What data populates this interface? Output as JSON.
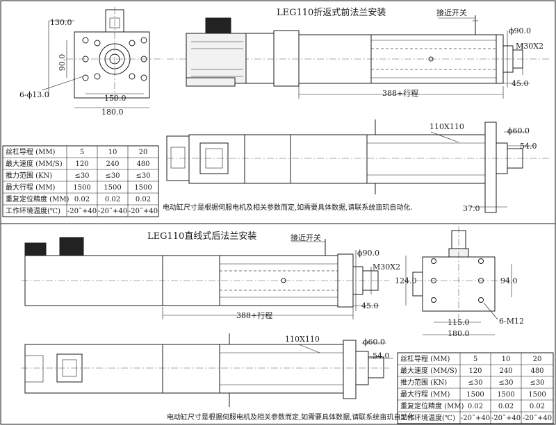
{
  "top": {
    "title": "LEG110折返式前法兰安装",
    "sensor_label": "接近开关",
    "dims_left": {
      "d130": "130.0",
      "d90": "90.0",
      "holes": "6-ϕ13.0",
      "d150": "150.0",
      "d180": "180.0"
    },
    "dims_right": {
      "dia90": "ϕ90.0",
      "thread": "M30X2",
      "d45": "45.0",
      "stroke": "388+行程"
    },
    "lower": {
      "profile": "110X110",
      "dia60": "ϕ60.0",
      "d54": "54.0",
      "d37": "37.0"
    },
    "note": "电动缸尺寸是根据伺服电机及相关参数而定,如需要具体数据,请联系统亩玑自动化."
  },
  "bottom": {
    "title": "LEG110直线式后法兰安装",
    "sensor_label": "接近开关",
    "dims_main": {
      "dia90": "ϕ90.0",
      "thread": "M30X2",
      "d45": "45.0",
      "stroke": "388+行程"
    },
    "dims_flange": {
      "d124": "124.0",
      "d94": "94.0",
      "d115": "115.0",
      "holes": "6-M12",
      "d180": "180.0"
    },
    "lower": {
      "profile": "110X110",
      "dia60": "ϕ60.0",
      "d54": "54.0"
    },
    "note": "电动缸尺寸是根据伺服电机及相关参数而定,如需要具体数据,请联系统亩玑自动化."
  },
  "spec_table": {
    "rows": [
      {
        "label": "丝杠导程 (MM)",
        "v1": "5",
        "v2": "10",
        "v3": "20"
      },
      {
        "label": "最大速度 (MM/S)",
        "v1": "120",
        "v2": "240",
        "v3": "480"
      },
      {
        "label": "推力范围 (KN)",
        "v1": "≤30",
        "v2": "≤30",
        "v3": "≤30"
      },
      {
        "label": "最大行程 (MM)",
        "v1": "1500",
        "v2": "1500",
        "v3": "1500"
      },
      {
        "label": "重复定位精度 (MM)",
        "v1": "0.02",
        "v2": "0.02",
        "v3": "0.02"
      },
      {
        "label": "工作环境温度(℃)",
        "v1": "-20˜+40",
        "v2": "-20˜+40",
        "v3": "-20˜+40"
      }
    ]
  }
}
